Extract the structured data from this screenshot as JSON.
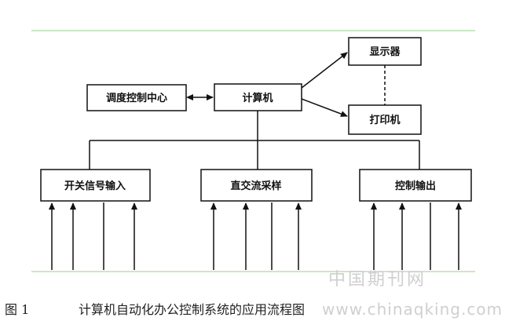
{
  "diagram": {
    "boxes": {
      "dispatch": "调度控制中心",
      "computer": "计算机",
      "display": "显示器",
      "printer": "打印机",
      "switch_input": "开关信号输入",
      "dc_ac_sampling": "直交流采样",
      "control_output": "控制输出"
    }
  },
  "caption": {
    "label": "图 1",
    "title": "计算机自动化办公控制系统的应用流程图"
  },
  "watermark": {
    "cn": "中国期刊网",
    "url": "www.chinaqking.com"
  },
  "colors": {
    "rule": "#b8e0b0",
    "line": "#111111",
    "watermark": "#cfcfcf"
  }
}
